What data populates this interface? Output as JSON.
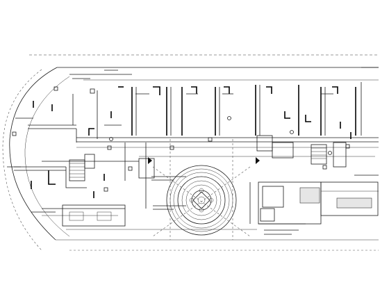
{
  "drawing": {
    "title": "",
    "stroke_color": "#1a1a1a",
    "background_color": "#ffffff",
    "annotations_legible": false,
    "symbols": [
      "north-arrow-left",
      "north-arrow-right",
      "circular-plaza",
      "stairs",
      "electrical-risers"
    ]
  }
}
